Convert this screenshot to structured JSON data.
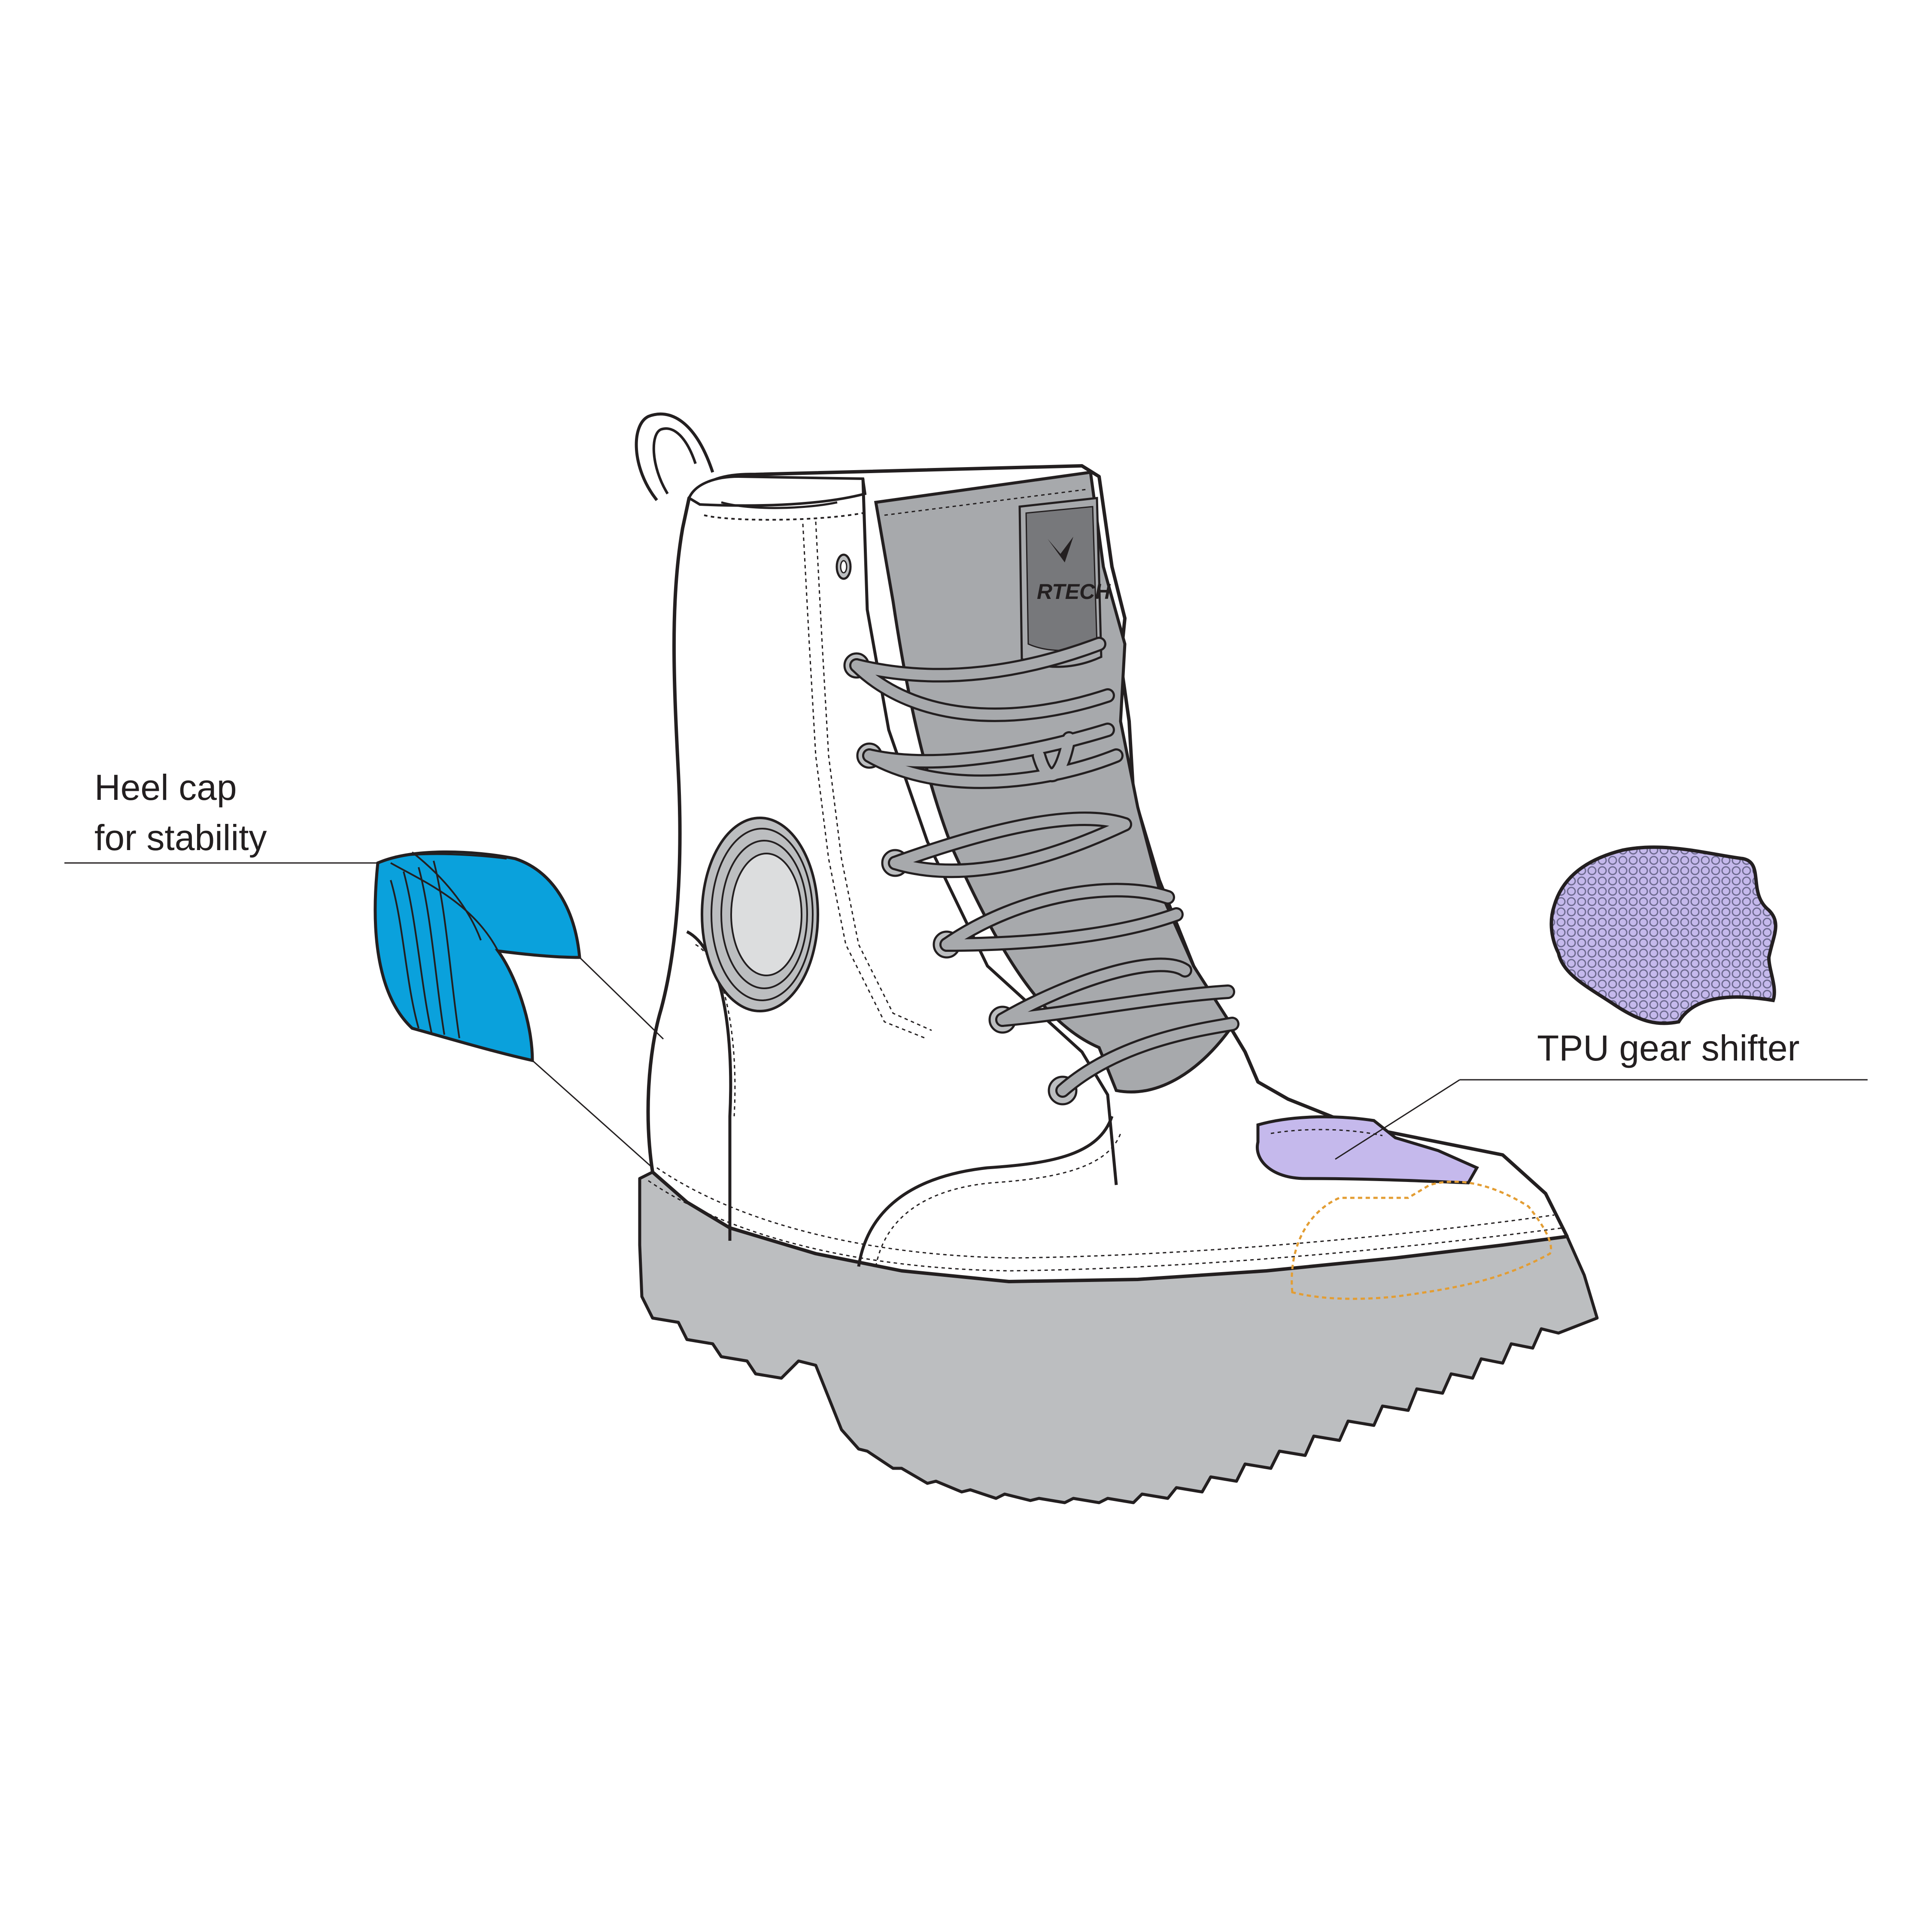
{
  "callouts": {
    "heel_cap": {
      "line1": "Heel cap",
      "line2": "for  stability"
    },
    "gear_shifter": {
      "label": "TPU gear shifter"
    }
  },
  "brand": {
    "logo_text": "RTECH"
  },
  "colors": {
    "outline": "#231f20",
    "sole": "#bcbec0",
    "tongue": "#a7a9ac",
    "tongue_patch": "#77787b",
    "laces": "#a7a9ac",
    "heel_cap": "#0aa1dc",
    "gear_shifter": "#c5b9ec",
    "toe_cap_stitch": "#e39d33",
    "upper": "#ffffff"
  }
}
